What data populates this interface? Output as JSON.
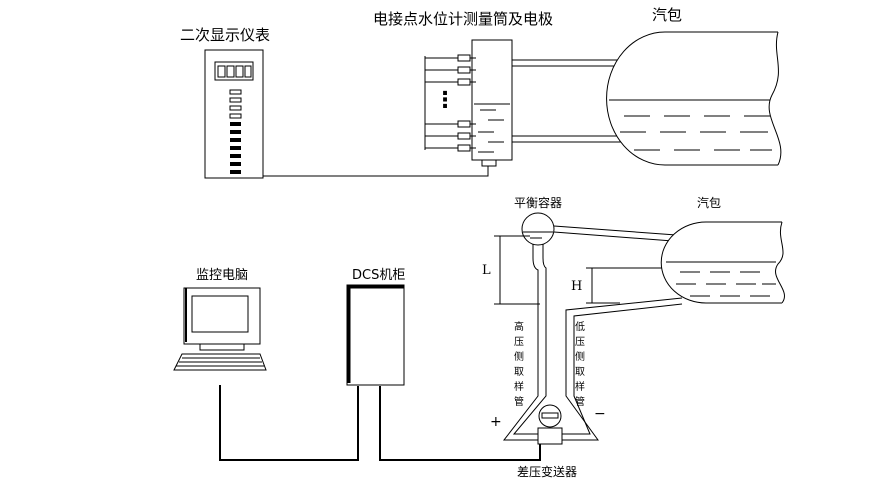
{
  "labels": {
    "secondary_display": "二次显示仪表",
    "electrode_vessel": "电接点水位计测量筒及电极",
    "drum_top": "汽包",
    "drum_bottom": "汽包",
    "balance_container": "平衡容器",
    "monitor_pc": "监控电脑",
    "dcs_cabinet": "DCS机柜",
    "diff_transmitter": "差压变送器",
    "high_side_pipe": [
      "高",
      "压",
      "侧",
      "取",
      "样",
      "管"
    ],
    "low_side_pipe": [
      "低",
      "压",
      "侧",
      "取",
      "样",
      "管"
    ],
    "dim_l": "L",
    "dim_h": "H",
    "plus": "+",
    "minus": "−",
    "ellipsis": "⋮"
  }
}
